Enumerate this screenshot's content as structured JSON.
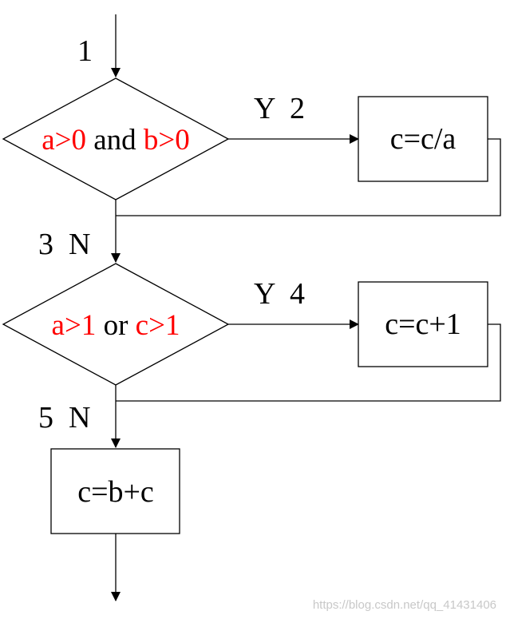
{
  "colors": {
    "line": "#000000",
    "accent": "#ff0000",
    "text": "#000000",
    "watermark": "#c8c8c8"
  },
  "labels": {
    "entry": "1",
    "branch1_yes": "Y  2",
    "branch1_no": "3  N",
    "branch2_yes": "Y  4",
    "branch2_no": "5  N"
  },
  "decision1": {
    "cond_a": "a>0",
    "joiner": " and ",
    "cond_b": "b>0"
  },
  "decision2": {
    "cond_a": "a>1",
    "joiner": " or ",
    "cond_b": "c>1"
  },
  "process": {
    "box1": "c=c/a",
    "box2": "c=c+1",
    "box3": "c=b+c"
  },
  "watermark": "https://blog.csdn.net/qq_41431406"
}
